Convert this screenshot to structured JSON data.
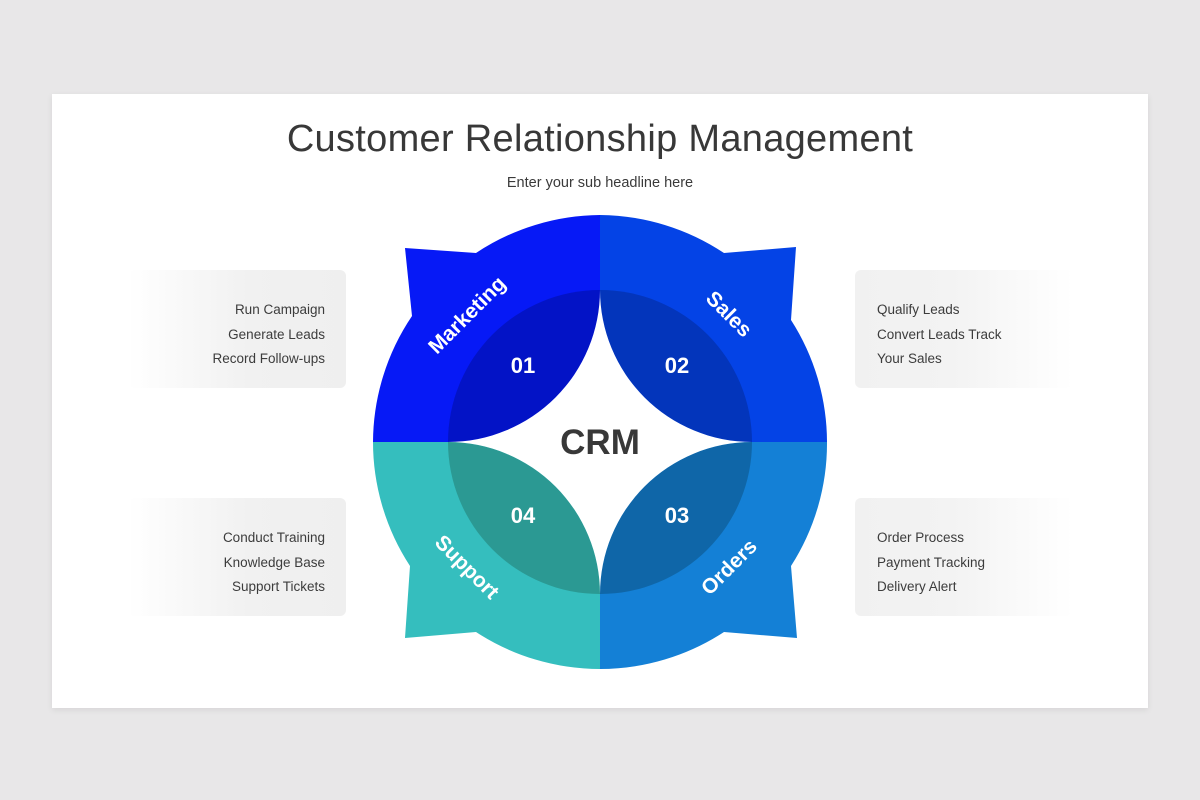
{
  "slide": {
    "title": "Customer Relationship Management",
    "subtitle": "Enter your sub headline here"
  },
  "center": {
    "label": "CRM"
  },
  "segments": [
    {
      "id": "marketing",
      "label": "Marketing",
      "number": "01",
      "color": "#0619f6",
      "petal_color": "#0313c6",
      "items": [
        "Run Campaign",
        "Generate Leads",
        "Record Follow-ups"
      ]
    },
    {
      "id": "sales",
      "label": "Sales",
      "number": "02",
      "color": "#0443e6",
      "petal_color": "#0335bb",
      "items": [
        "Qualify Leads",
        "Convert Leads Track",
        "Your Sales"
      ]
    },
    {
      "id": "orders",
      "label": "Orders",
      "number": "03",
      "color": "#1480d6",
      "petal_color": "#0f66a8",
      "items": [
        "Order Process",
        "Payment Tracking",
        "Delivery Alert"
      ]
    },
    {
      "id": "support",
      "label": "Support",
      "number": "04",
      "color": "#35bebe",
      "petal_color": "#2b9993",
      "items": [
        "Conduct Training",
        "Knowledge Base",
        "Support Tickets"
      ]
    }
  ],
  "colors": {
    "background": "#e8e7e8",
    "slide": "#ffffff",
    "title_text": "#383838"
  }
}
